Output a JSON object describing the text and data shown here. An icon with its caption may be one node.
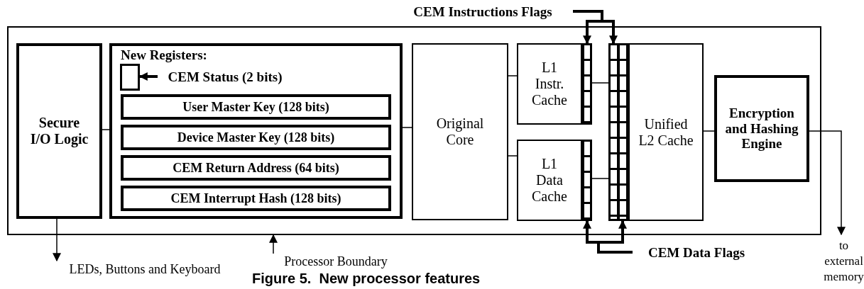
{
  "diagram": {
    "caption": "Figure 5.  New processor features",
    "nodes": [
      {
        "text": [],
        "shape": "box"
      },
      {
        "text": [
          "Secure I/O Logic"
        ],
        "in": 0
      },
      {
        "text": [
          "New Registers:"
        ],
        "in": 0
      },
      {
        "text": [],
        "shape": "box",
        "in": 2
      },
      {
        "text": [
          "CEM Status (2 bits)"
        ],
        "in": 2
      },
      {
        "text": [
          "User Master Key (128 bits)"
        ],
        "in": 2
      },
      {
        "text": [
          "Device Master Key (128 bits)"
        ],
        "in": 2
      },
      {
        "text": [
          "CEM Return Address (64 bits)"
        ],
        "in": 2
      },
      {
        "text": [
          "CEM Interrupt Hash (128 bits)"
        ],
        "in": 2
      },
      {
        "text": [
          "Original Core"
        ],
        "in": 0
      },
      {
        "text": [
          "L1 Instr. Cache"
        ],
        "in": 0
      },
      {
        "text": [],
        "shape": "bar",
        "in": 0
      },
      {
        "text": [
          "L1 Data Cache"
        ],
        "in": 0
      },
      {
        "text": [],
        "shape": "bar",
        "in": 0
      },
      {
        "text": [],
        "shape": "bar",
        "in": 0
      },
      {
        "text": [],
        "shape": "bar",
        "in": 0
      },
      {
        "text": [
          "Unified L2 Cache"
        ],
        "in": 0
      },
      {
        "text": [
          "Encryption and Hashing Engine"
        ],
        "in": 0
      },
      {
        "text": [
          "CEM Instructions Flags"
        ]
      },
      {
        "text": [
          "CEM Data Flags"
        ]
      },
      {
        "text": [
          "LEDs, Buttons and Keyboard"
        ]
      },
      {
        "text": [
          "Processor Boundary"
        ]
      },
      {
        "text": [
          "to external memory"
        ]
      }
    ],
    "edges": [
      {
        "from": 1,
        "to": 2,
        "arrow": "none"
      },
      {
        "from": 2,
        "to": 9,
        "arrow": "none"
      },
      {
        "from": 9,
        "to": 10,
        "arrow": "none"
      },
      {
        "from": 9,
        "to": 12,
        "arrow": "none"
      },
      {
        "from": 11,
        "to": 14,
        "arrow": "none"
      },
      {
        "from": 13,
        "to": 14,
        "arrow": "none"
      },
      {
        "from": 16,
        "to": 17,
        "arrow": "none"
      },
      {
        "from": 4,
        "to": 3,
        "arrow": "to",
        "style": "thick"
      },
      {
        "from": 18,
        "to": 11,
        "arrow": "to",
        "style": "thick"
      },
      {
        "from": 18,
        "to": 14,
        "arrow": "to",
        "style": "thick"
      },
      {
        "from": 19,
        "to": 13,
        "arrow": "to",
        "style": "thick"
      },
      {
        "from": 19,
        "to": 15,
        "arrow": "to",
        "style": "thick"
      },
      {
        "from": 1,
        "to": 20,
        "arrow": "to"
      },
      {
        "from": 21,
        "to": 0,
        "arrow": "to"
      },
      {
        "from": 17,
        "to": 22,
        "arrow": "to"
      }
    ]
  }
}
